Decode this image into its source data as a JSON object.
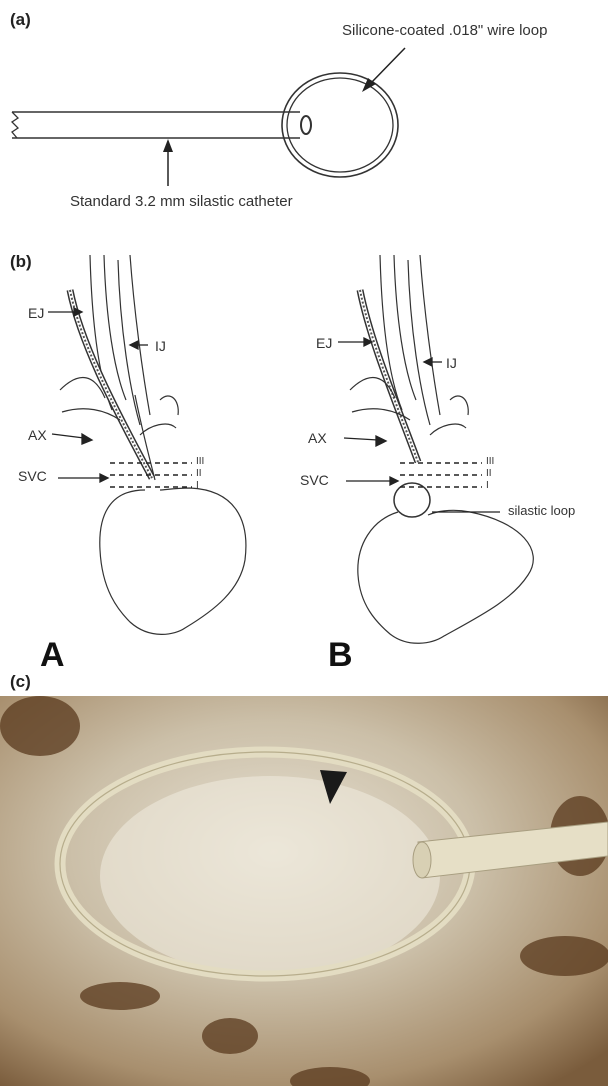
{
  "panel_a": {
    "label": "(a)",
    "loop_label": "Silicone-coated .018\" wire loop",
    "catheter_label": "Standard 3.2 mm silastic catheter"
  },
  "panel_b": {
    "label": "(b)",
    "diagram_A": {
      "letter": "A",
      "labels": {
        "ej": "EJ",
        "ij": "IJ",
        "ax": "AX",
        "svc": "SVC"
      },
      "levels": [
        "III",
        "II",
        "I"
      ]
    },
    "diagram_B": {
      "letter": "B",
      "labels": {
        "ej": "EJ",
        "ij": "IJ",
        "ax": "AX",
        "svc": "SVC",
        "loop": "silastic loop"
      },
      "levels": [
        "III",
        "II",
        "I"
      ]
    }
  },
  "panel_c": {
    "label": "(c)",
    "photo_colors": {
      "tissue": "#c9b79a",
      "loop": "#e6e0c8",
      "dark": "#5a3a1e"
    }
  }
}
